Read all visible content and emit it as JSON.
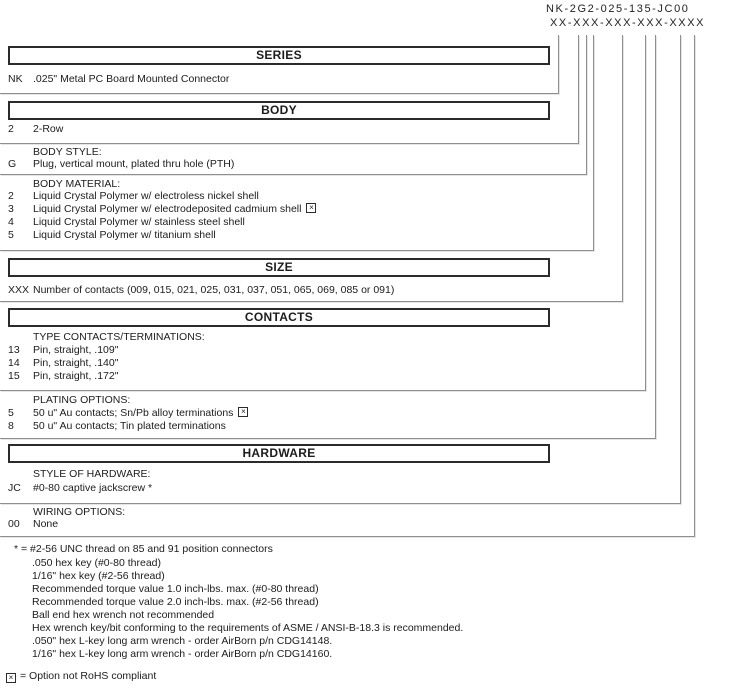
{
  "part_number": {
    "line1": "NK-2G2-025-135-JC00",
    "line2": "XX-XXX-XXX-XXX-XXXX"
  },
  "colors": {
    "thin_line": "#8f8f8f",
    "box_border": "#2b2b2b",
    "text": "#1c1c1c"
  },
  "symbols": {
    "x_mark": "×"
  },
  "sections": {
    "series": {
      "title": "SERIES",
      "rows": [
        {
          "code": "NK",
          "desc": ".025\" Metal PC Board Mounted Connector"
        }
      ]
    },
    "body": {
      "title": "BODY",
      "rows": [
        {
          "code": "2",
          "desc": "2-Row"
        }
      ]
    },
    "body_style": {
      "heading": "BODY STYLE:",
      "rows": [
        {
          "code": "G",
          "desc": "Plug, vertical mount, plated thru hole (PTH)"
        }
      ]
    },
    "body_material": {
      "heading": "BODY MATERIAL:",
      "rows": [
        {
          "code": "2",
          "desc": "Liquid Crystal Polymer w/ electroless nickel shell"
        },
        {
          "code": "3",
          "desc": "Liquid Crystal Polymer w/ electrodeposited cadmium shell"
        },
        {
          "code": "4",
          "desc": "Liquid Crystal Polymer w/ stainless steel shell"
        },
        {
          "code": "5",
          "desc": "Liquid Crystal Polymer w/ titanium shell"
        }
      ]
    },
    "size": {
      "title": "SIZE",
      "rows": [
        {
          "code": "XXX",
          "desc": "Number of contacts (009, 015, 021, 025, 031, 037, 051, 065, 069, 085 or 091)"
        }
      ]
    },
    "contacts": {
      "title": "CONTACTS"
    },
    "contact_type": {
      "heading": "TYPE CONTACTS/TERMINATIONS:",
      "rows": [
        {
          "code": "13",
          "desc": "Pin, straight, .109\""
        },
        {
          "code": "14",
          "desc": "Pin, straight, .140\""
        },
        {
          "code": "15",
          "desc": "Pin, straight, .172\""
        }
      ]
    },
    "plating": {
      "heading": "PLATING OPTIONS:",
      "rows": [
        {
          "code": "5",
          "desc": "50 u\" Au contacts; Sn/Pb alloy terminations"
        },
        {
          "code": "8",
          "desc": "50 u\" Au contacts; Tin plated terminations"
        }
      ]
    },
    "hardware": {
      "title": "HARDWARE"
    },
    "hardware_style": {
      "heading": "STYLE OF HARDWARE:",
      "rows": [
        {
          "code": "JC",
          "desc": "#0-80 captive jackscrew *"
        }
      ]
    },
    "wiring": {
      "heading": "WIRING OPTIONS:",
      "rows": [
        {
          "code": "00",
          "desc": "None"
        }
      ]
    }
  },
  "footnotes": {
    "star_note": "* = #2-56 UNC thread on 85 and 91 position connectors",
    "details": [
      ".050 hex key (#0-80 thread)",
      "1/16\" hex key (#2-56 thread)",
      "Recommended torque value 1.0 inch-lbs. max. (#0-80 thread)",
      "Recommended torque value 2.0 inch-lbs. max. (#2-56 thread)",
      "Ball end hex wrench not recommended",
      "Hex wrench key/bit conforming to the requirements of ASME / ANSI-B-18.3 is recommended.",
      ".050\" hex L-key long arm wrench - order AirBorn p/n CDG14148.",
      "1/16\" hex L-key long arm wrench - order AirBorn p/n CDG14160."
    ],
    "rohs_note": "= Option not RoHS compliant"
  }
}
